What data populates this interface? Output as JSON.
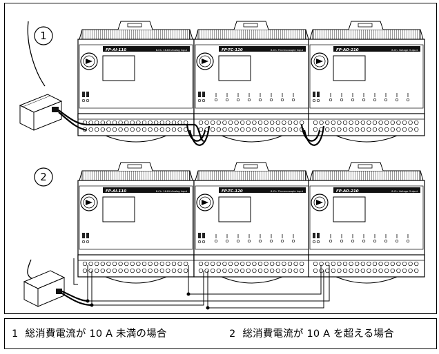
{
  "diagram": {
    "panel_labels": [
      "1",
      "2"
    ],
    "module_labels": [
      "FP-AI-110",
      "FP-TC-120",
      "FP-AO-210"
    ],
    "module_sublabels": [
      "8-Ch. 16-Bit Analog Input",
      "8-Ch. Thermocouple Input",
      "8-Ch. Voltage Output"
    ]
  },
  "caption": {
    "items": [
      {
        "number": "1",
        "text": "総消費電流が 10 A 未満の場合"
      },
      {
        "number": "2",
        "text": "総消費電流が 10 A を超える場合"
      }
    ]
  }
}
